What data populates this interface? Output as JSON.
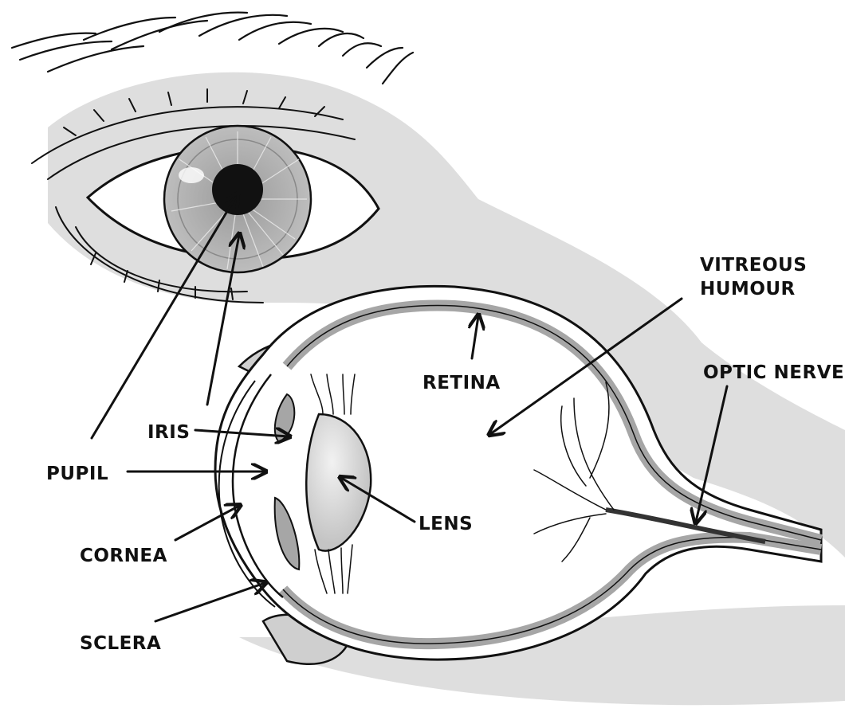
{
  "diagram": {
    "labels": {
      "vitreous_line1": "VITREOUS",
      "vitreous_line2": "HUMOUR",
      "optic_nerve": "OPTIC NERVE",
      "retina": "RETINA",
      "iris": "IRIS",
      "pupil": "PUPIL",
      "lens": "LENS",
      "cornea": "CORNEA",
      "sclera": "SCLERA"
    },
    "colors": {
      "ink": "#111111",
      "shade": "#d9d9d9",
      "mid_gray": "#a6a6a6",
      "dark_gray": "#555555",
      "background": "#ffffff"
    }
  }
}
